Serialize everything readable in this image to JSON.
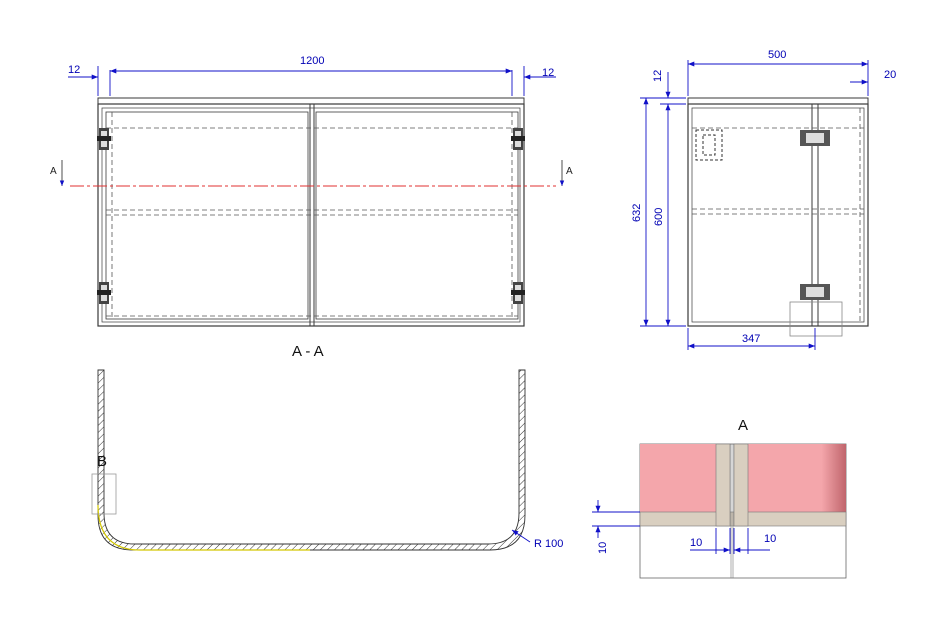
{
  "front_view": {
    "width_dim": "1200",
    "left_gap_dim": "12",
    "right_gap_dim": "12",
    "section_marker_left": "A",
    "section_marker_right": "A"
  },
  "side_view": {
    "depth_dim": "500",
    "top_gap_dim": "12",
    "overhang_dim": "20",
    "total_height_dim": "632",
    "body_height_dim": "600",
    "door_width_dim": "347"
  },
  "section_view": {
    "title": "A - A",
    "radius_dim": "R 100",
    "detail_callout": "B"
  },
  "detail_view": {
    "title": "A",
    "gap_left_dim": "10",
    "gap_right_dim": "10",
    "thickness_dim": "10"
  },
  "colors": {
    "dimension": "#1010c8",
    "section_line": "#e03030",
    "panel_fill": "#f4a6ab",
    "edge_fill": "#d9cfc0"
  }
}
